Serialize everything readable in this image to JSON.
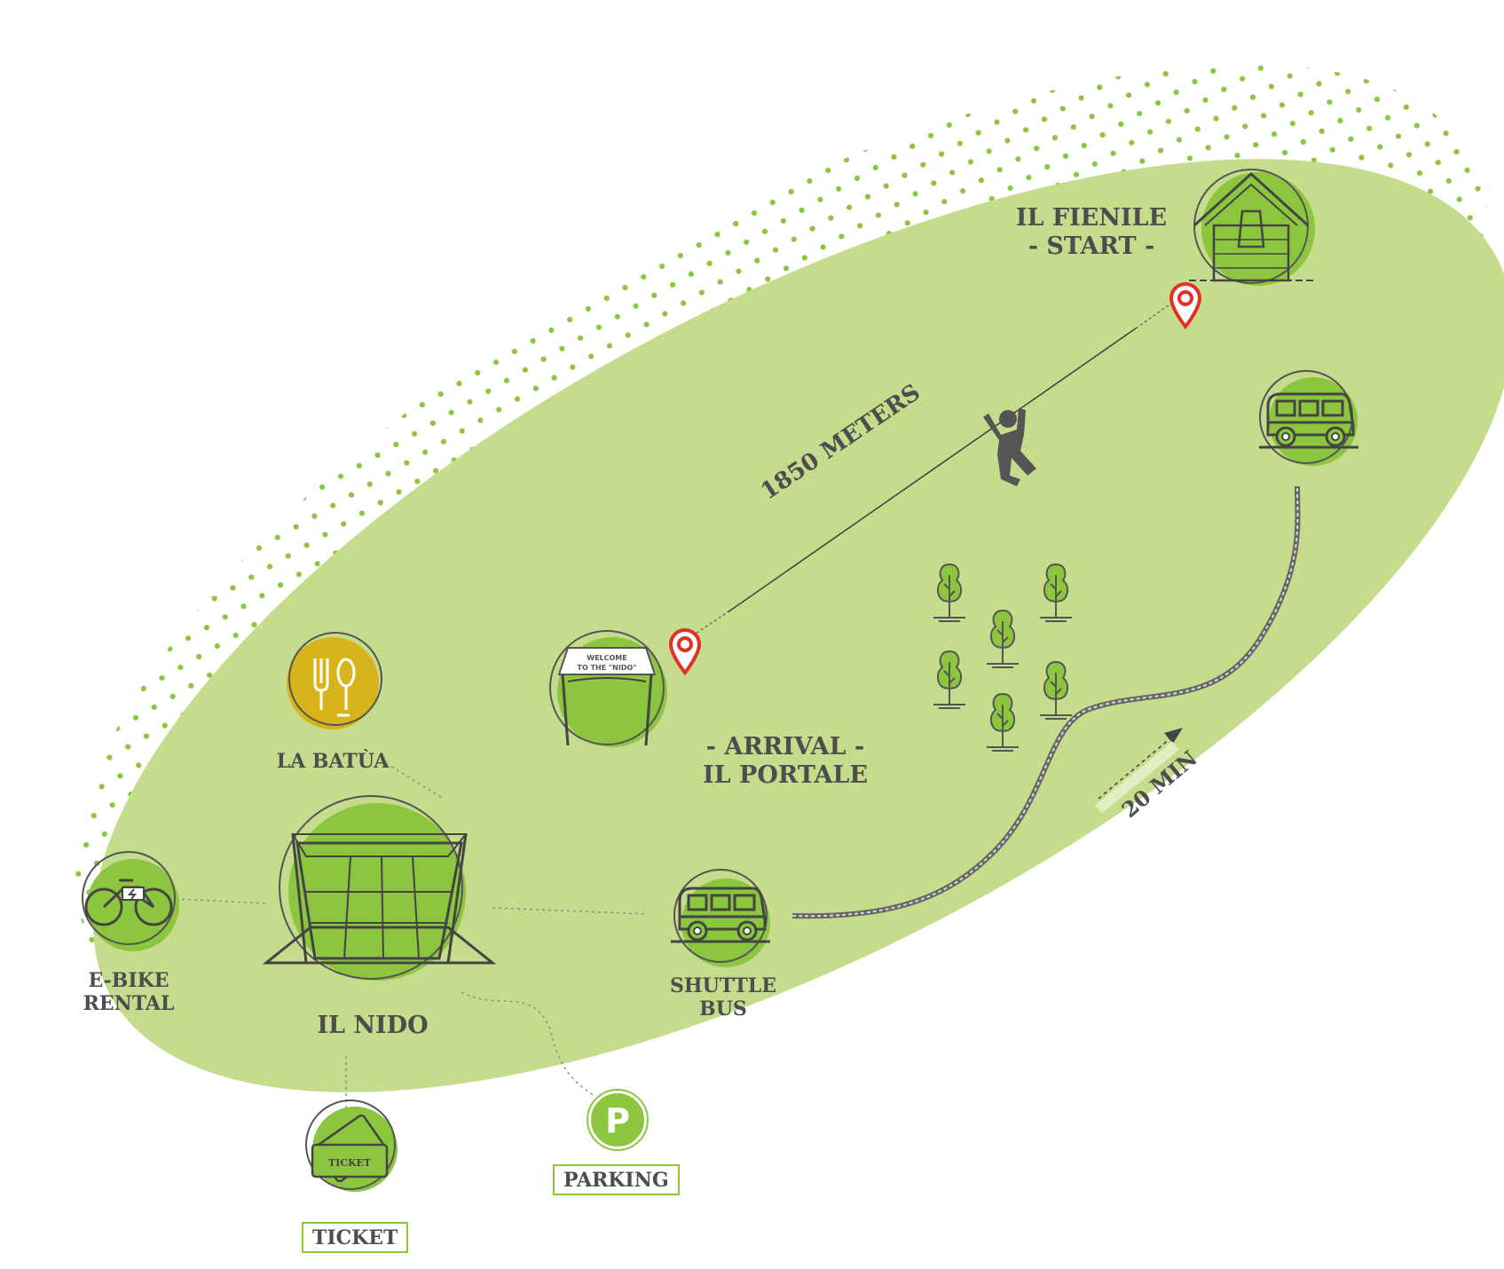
{
  "colors": {
    "background": "#ffffff",
    "area": "#c5dc8c",
    "accent": "#8cc63f",
    "restaurant": "#d8b41c",
    "marker": "#e03128",
    "ink": "#4d4d4d"
  },
  "icons": {
    "start": "barn-icon",
    "arrival": "portal-icon",
    "zipline": "zipline-rider-icon",
    "van": "van-icon",
    "shuttle": "shuttle-bus-icon",
    "ebike": "ebike-icon",
    "restaurant": "fork-spoon-icon",
    "base": "canopy-icon",
    "ticket": "ticket-icon",
    "parking": "parking-icon",
    "trees": "tree-icon",
    "markers": "map-pin-icon"
  },
  "places": {
    "fienile": {
      "name": "IL FIENILE",
      "sub": "- START -"
    },
    "portale": {
      "sub": "- ARRIVAL -",
      "name": "IL PORTALE"
    },
    "batua": {
      "name": "LA BATÙA"
    },
    "nido": {
      "name": "IL NIDO"
    },
    "ebike": {
      "line1": "E-BIKE",
      "line2": "RENTAL"
    },
    "shuttle": {
      "line1": "SHUTTLE",
      "line2": "BUS"
    },
    "ticket": {
      "name": "TICKET"
    },
    "parking": {
      "name": "PARKING"
    }
  },
  "portal_sign": {
    "line1": "WELCOME",
    "line2": "TO THE \"NIDO\""
  },
  "ticket_word": "TICKET",
  "parking_letter": "P",
  "zipline_length": "1850 METERS",
  "drive_time": "20 MIN"
}
